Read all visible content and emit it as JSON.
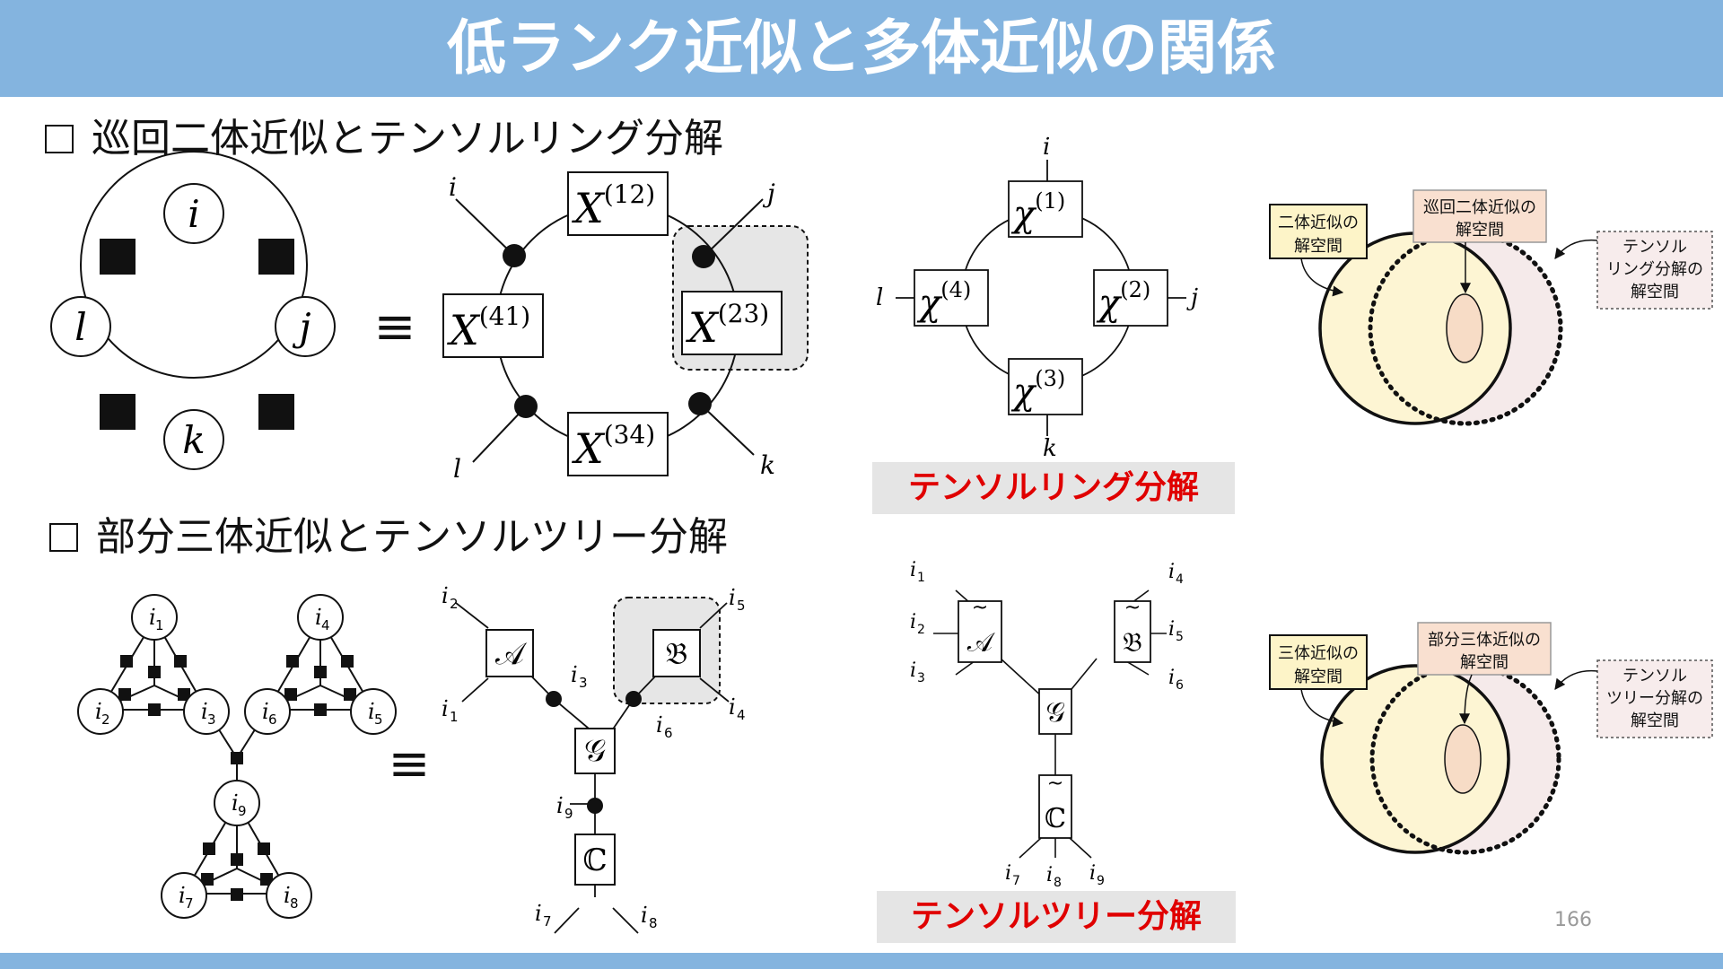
{
  "title": "低ランク近似と多体近似の関係",
  "sections": [
    {
      "checkbox": "☐",
      "label": "巡回二体近似とテンソルリング分解"
    },
    {
      "checkbox": "☐",
      "label": "部分三体近似とテンソルツリー分解"
    }
  ],
  "equiv_symbol": "≡",
  "ring": {
    "graph_nodes": [
      "i",
      "j",
      "k",
      "l"
    ],
    "cores": [
      "X",
      "X",
      "X",
      "X"
    ],
    "core_superscripts": [
      "(12)",
      "(23)",
      "(34)",
      "(41)"
    ],
    "legs": [
      "i",
      "j",
      "k",
      "l"
    ],
    "tn_cores": [
      "χ",
      "χ",
      "χ",
      "χ"
    ],
    "tn_superscripts": [
      "(1)",
      "(2)",
      "(3)",
      "(4)"
    ],
    "caption": "テンソルリング分解"
  },
  "tree": {
    "graph_nodes": [
      "i",
      "i",
      "i",
      "i",
      "i",
      "i",
      "i",
      "i",
      "i"
    ],
    "graph_subscripts": [
      "1",
      "2",
      "3",
      "4",
      "5",
      "6",
      "7",
      "8",
      "9"
    ],
    "cores": [
      "𝒜",
      "𝔅",
      "𝒢",
      "ℂ"
    ],
    "tilde_cores": [
      "𝒜",
      "𝔅",
      "𝒢",
      "ℂ"
    ],
    "index_base": "i",
    "caption": "テンソルツリー分解"
  },
  "venn_ring": {
    "left": "二体近似の\n解空間",
    "middle": "巡回二体近似の\n解空間",
    "right": "テンソル\nリング分解の\n解空間"
  },
  "venn_tree": {
    "left": "三体近似の\n解空間",
    "middle": "部分三体近似の\n解空間",
    "right": "テンソル\nツリー分解の\n解空間"
  },
  "page_number": "166",
  "colors": {
    "header": "#84b4df",
    "caption_red": "#e00000",
    "caption_bg": "#e5e5e5",
    "venn_left_fill": "#fdf5d3",
    "venn_right_fill": "#f5eaea",
    "venn_overlap_fill": "#f7dcc6",
    "label_left_bg": "#fdf4c8",
    "label_mid_bg": "#f9e0d0",
    "label_right_bg": "#f7ecec",
    "highlight_gray": "#e6e6e6"
  }
}
